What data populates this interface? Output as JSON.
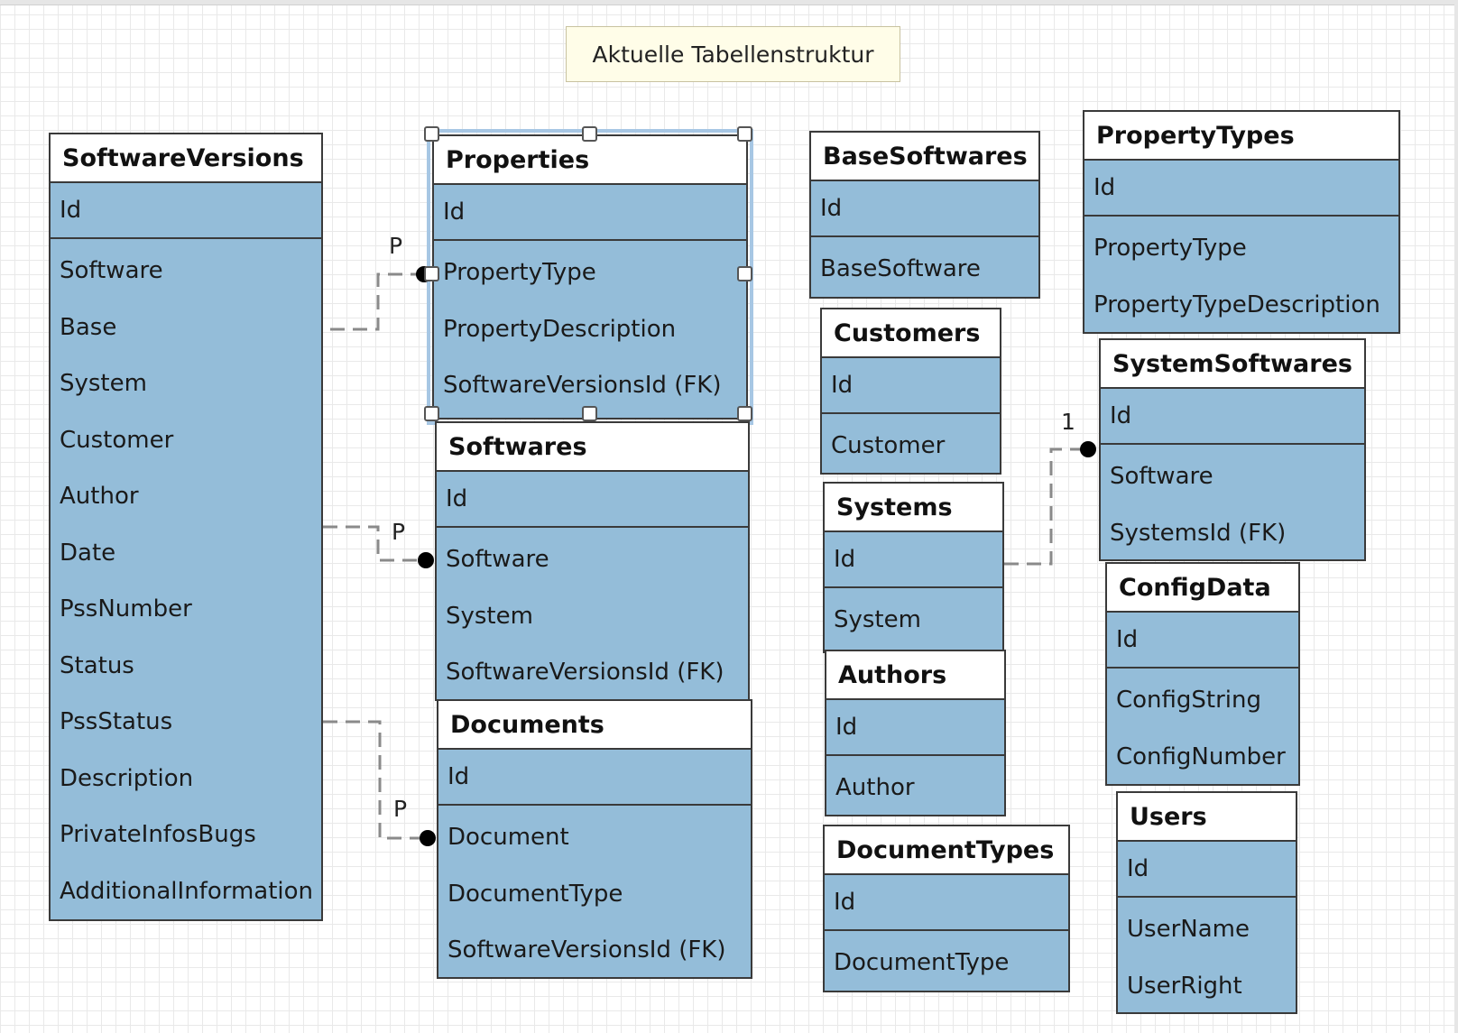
{
  "diagram_title": "Aktuelle Tabellenstruktur",
  "tables": {
    "software_versions": {
      "name": "SoftwareVersions",
      "pk": "Id",
      "fields": [
        "Software",
        "Base",
        "System",
        "Customer",
        "Author",
        "Date",
        "PssNumber",
        "Status",
        "PssStatus",
        "Description",
        "PrivateInfosBugs",
        "AdditionalInformation"
      ]
    },
    "properties": {
      "name": "Properties",
      "pk": "Id",
      "fields": [
        "PropertyType",
        "PropertyDescription",
        "SoftwareVersionsId (FK)"
      ]
    },
    "softwares": {
      "name": "Softwares",
      "pk": "Id",
      "fields": [
        "Software",
        "System",
        "SoftwareVersionsId (FK)"
      ]
    },
    "documents": {
      "name": "Documents",
      "pk": "Id",
      "fields": [
        "Document",
        "DocumentType",
        "SoftwareVersionsId (FK)"
      ]
    },
    "base_softwares": {
      "name": "BaseSoftwares",
      "pk": "Id",
      "fields": [
        "BaseSoftware"
      ]
    },
    "customers": {
      "name": "Customers",
      "pk": "Id",
      "fields": [
        "Customer"
      ]
    },
    "systems": {
      "name": "Systems",
      "pk": "Id",
      "fields": [
        "System"
      ]
    },
    "authors": {
      "name": "Authors",
      "pk": "Id",
      "fields": [
        "Author"
      ]
    },
    "document_types": {
      "name": "DocumentTypes",
      "pk": "Id",
      "fields": [
        "DocumentType"
      ]
    },
    "property_types": {
      "name": "PropertyTypes",
      "pk": "Id",
      "fields": [
        "PropertyType",
        "PropertyTypeDescription"
      ]
    },
    "system_softwares": {
      "name": "SystemSoftwares",
      "pk": "Id",
      "fields": [
        "Software",
        "SystemsId (FK)"
      ]
    },
    "config_data": {
      "name": "ConfigData",
      "pk": "Id",
      "fields": [
        "ConfigString",
        "ConfigNumber"
      ]
    },
    "users": {
      "name": "Users",
      "pk": "Id",
      "fields": [
        "UserName",
        "UserRight"
      ]
    }
  },
  "relationships": [
    {
      "from": "SoftwareVersions",
      "to": "Properties",
      "label": "P"
    },
    {
      "from": "SoftwareVersions",
      "to": "Softwares",
      "label": "P"
    },
    {
      "from": "SoftwareVersions",
      "to": "Documents",
      "label": "P"
    },
    {
      "from": "Systems",
      "to": "SystemSoftwares",
      "label": "1"
    }
  ],
  "colors": {
    "table_body": "#94bdd9",
    "table_border": "#3a3a3a",
    "title_note_bg": "#fffde8"
  }
}
